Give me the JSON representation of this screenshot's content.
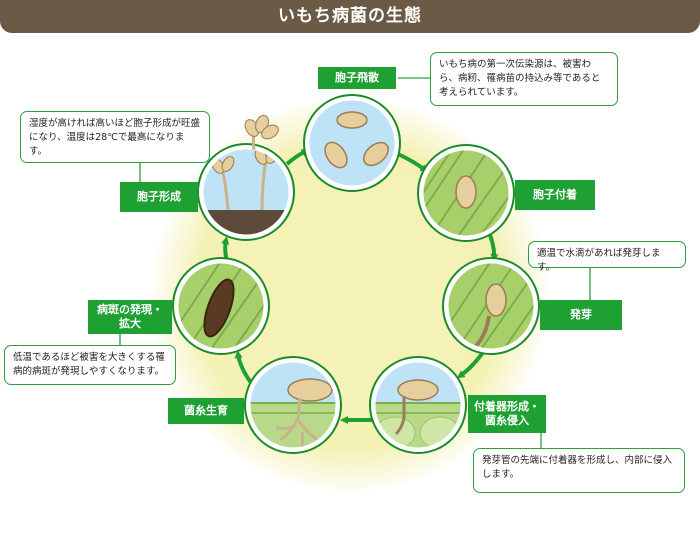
{
  "title": "いもち病菌の生態",
  "stages": {
    "dispersal": "胞子飛散",
    "attachment": "胞子付着",
    "germination": "発芽",
    "invasion": "付着器形成・\n菌糸侵入",
    "growth": "菌糸生育",
    "lesion": "病斑の発現・\n拡大",
    "formation": "胞子形成"
  },
  "notes": {
    "dispersal": "いもち病の第一次伝染源は、被害わら、病籾、罹病苗の持込み等であると考えられています。",
    "germination": "適温で水滴があれば発芽します。",
    "invasion": "発芽管の先端に付着器を形成し、内部に侵入します。",
    "lesion": "低温であるほど被害を大きくする罹病的病斑が発現しやすくなります。",
    "formation": "湿度が高ければ高いほど胞子形成が旺盛になり、温度は28℃で最高になります。"
  },
  "colors": {
    "accent_green": "#1fa032",
    "title_brown": "#6b5a45"
  }
}
